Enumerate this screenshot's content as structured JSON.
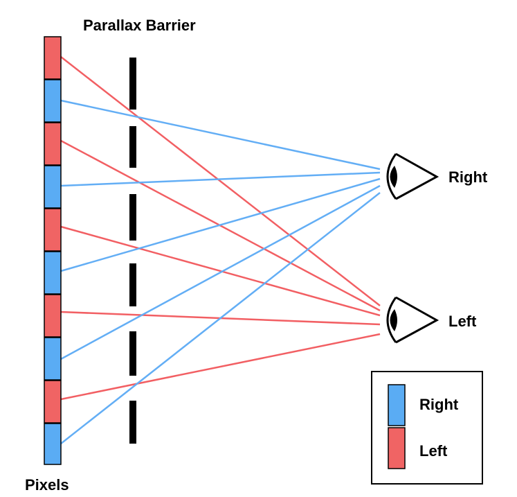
{
  "title": "Parallax Barrier",
  "pixels_label": "Pixels",
  "eyes": [
    {
      "id": "right",
      "label": "Right"
    },
    {
      "id": "left",
      "label": "Left"
    }
  ],
  "legend": [
    {
      "label": "Right",
      "color": "#5aacf4"
    },
    {
      "label": "Left",
      "color": "#f06464"
    }
  ],
  "pixel_sequence": [
    "left",
    "right",
    "left",
    "right",
    "left",
    "right",
    "left",
    "right",
    "left",
    "right"
  ],
  "colors": {
    "right": "#5aacf4",
    "left": "#f06464",
    "ray_right": "#63aef5",
    "ray_left": "#f25f63",
    "barrier": "#000000"
  },
  "icons": [
    "eye-icon"
  ]
}
